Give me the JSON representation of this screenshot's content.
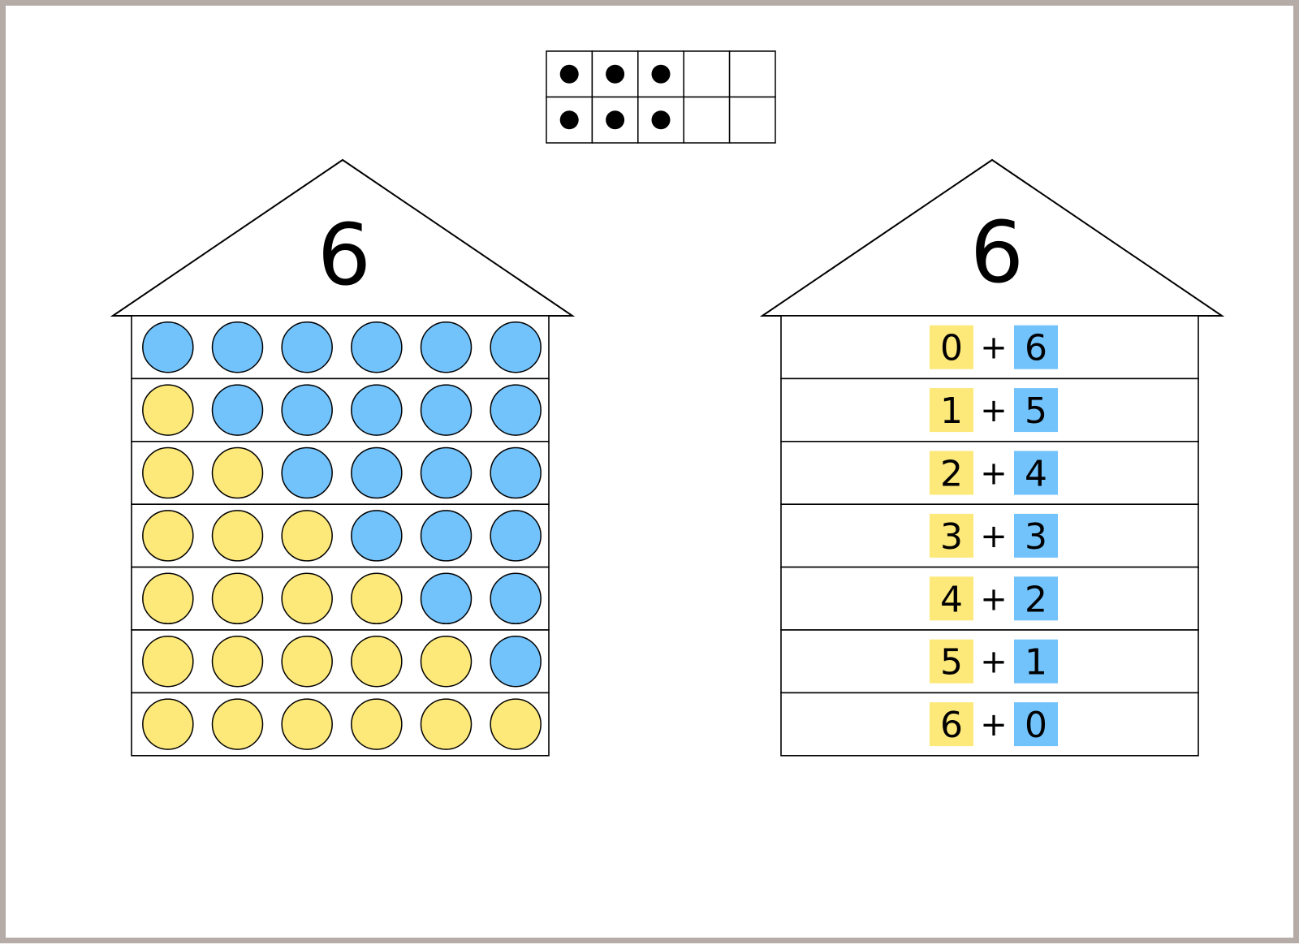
{
  "ten_frame": {
    "rows": [
      [
        true,
        true,
        true,
        false,
        false
      ],
      [
        true,
        true,
        true,
        false,
        false
      ]
    ]
  },
  "house_dots": {
    "roof_number": "6",
    "rows": [
      {
        "yellow": 0,
        "blue": 6
      },
      {
        "yellow": 1,
        "blue": 5
      },
      {
        "yellow": 2,
        "blue": 4
      },
      {
        "yellow": 3,
        "blue": 3
      },
      {
        "yellow": 4,
        "blue": 2
      },
      {
        "yellow": 5,
        "blue": 1
      },
      {
        "yellow": 6,
        "blue": 0
      }
    ]
  },
  "house_equations": {
    "roof_number": "6",
    "operator": "+",
    "rows": [
      {
        "left": "0",
        "right": "6"
      },
      {
        "left": "1",
        "right": "5"
      },
      {
        "left": "2",
        "right": "4"
      },
      {
        "left": "3",
        "right": "3"
      },
      {
        "left": "4",
        "right": "2"
      },
      {
        "left": "5",
        "right": "1"
      },
      {
        "left": "6",
        "right": "0"
      }
    ]
  },
  "colors": {
    "yellow": "#fde87a",
    "blue": "#72c2fb",
    "stroke": "#000000"
  }
}
